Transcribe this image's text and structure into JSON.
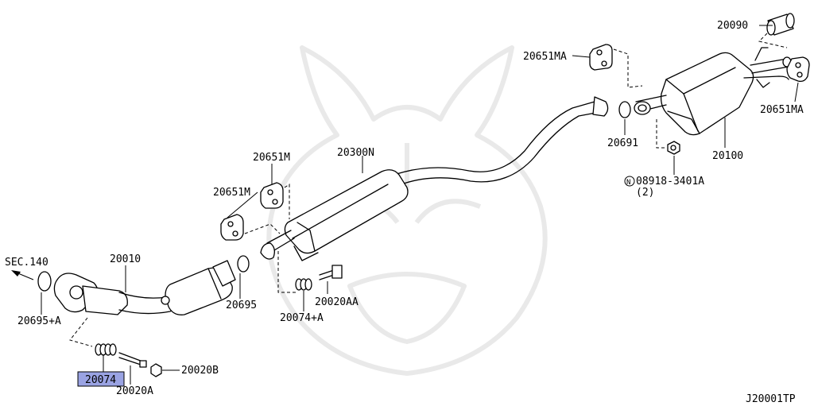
{
  "diagram": {
    "sec_ref": "SEC.140",
    "footer_code": "J20001TP",
    "nut_note_line1": "08918-3401A",
    "nut_note_line2": "(2)",
    "nut_note_symbol": "N",
    "labels": {
      "p20090": "20090",
      "p20651MA_top": "20651MA",
      "p20651MA_right": "20651MA",
      "p20691": "20691",
      "p20100": "20100",
      "p20300N": "20300N",
      "p20651M_a": "20651M",
      "p20651M_b": "20651M",
      "p20010": "20010",
      "p20695": "20695",
      "p20695A": "20695+A",
      "p20020AA": "20020AA",
      "p20074A": "20074+A",
      "p20074": "20074",
      "p20020A": "20020A",
      "p20020B": "20020B"
    },
    "highlight_color": "#9aa3e3"
  }
}
